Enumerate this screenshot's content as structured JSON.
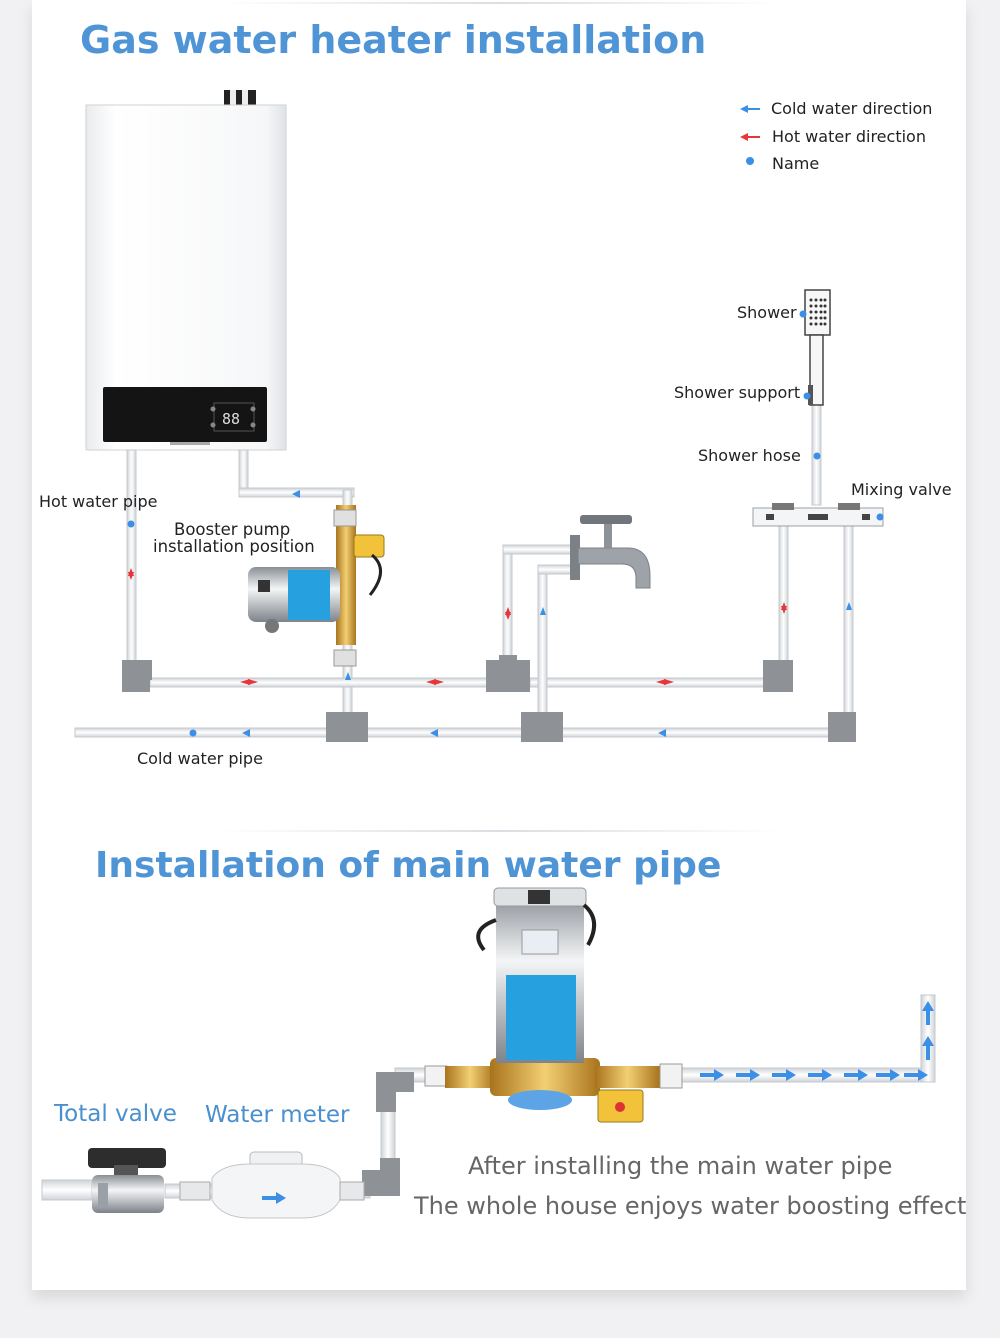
{
  "section1": {
    "title": "Gas water heater installation"
  },
  "legend": {
    "cold": "Cold water direction",
    "hot": "Hot water direction",
    "name": "Name"
  },
  "labels": {
    "hot_water_pipe": "Hot water pipe",
    "booster_line1": "Booster pump",
    "booster_line2": "installation position",
    "cold_water_pipe": "Cold water pipe",
    "shower": "Shower",
    "shower_support": "Shower support",
    "shower_hose": "Shower hose",
    "mixing_valve": "Mixing valve",
    "heater_display": "88"
  },
  "section2": {
    "title": "Installation of main water pipe",
    "total_valve": "Total valve",
    "water_meter": "Water meter",
    "caption_line1": "After installing the main water pipe",
    "caption_line2": "The whole house enjoys water boosting effect"
  },
  "colors": {
    "cold": "#3b8fe6",
    "hot": "#e8353a",
    "title": "#4f95d6"
  }
}
